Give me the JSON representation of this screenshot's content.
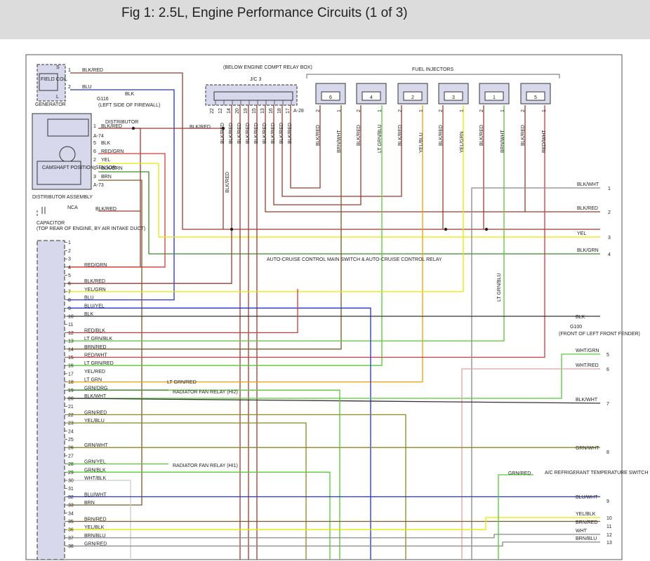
{
  "title": "Fig 1: 2.5L, Engine Performance Circuits (1 of 3)",
  "colors": {
    "BLK": "#333333",
    "BLK/RED": "#9b3b2e",
    "RED": "#d33a3a",
    "BLU": "#2233cc",
    "YEL": "#e8e800",
    "GRN": "#3c8a2a",
    "LTGRN": "#55cc33",
    "BRN": "#7a5a2a",
    "ORG": "#f0a000",
    "WHT": "#cccccc",
    "OLIVE": "#8a8a20",
    "PINK": "#e8a0a0",
    "GRAY": "#888888"
  },
  "labels": {
    "field_coil": "FIELD COIL",
    "s": "S",
    "l": "L",
    "generator": "GENERATOR",
    "g116": "G116",
    "left_firewall": "(LEFT SIDE OF FIREWALL)",
    "distributor": "DISTRIBUTOR",
    "a74": "A-74",
    "a73": "A-73",
    "camshaft_sensor": "CAMSHAFT POSITION SENSOR",
    "distributor_assembly": "DISTRIBUTOR ASSEMBLY",
    "nca": "NCA",
    "capacitor": "CAPACITOR",
    "ecm_location": "(TOP REAR OF ENGINE, BY AIR INTAKE DUCT)",
    "relay_box": "(BELOW ENGINE COMPT RELAY BOX)",
    "jc3": "J/C 3",
    "a28": "A-28",
    "fuel_injectors": "FUEL INJECTORS",
    "auto_cruise": "AUTO-CRUISE CONTROL MAIN SWITCH & AUTO-CRUISE CONTROL RELAY",
    "g100": "G100",
    "front_fender": "(FRONT OF LEFT FRONT FENDER)",
    "radiator_fan_hi2": "RADIATOR FAN RELAY (HI2)",
    "radiator_fan_hi1": "RADIATOR FAN RELAY (HI1)",
    "ac_sensor": "A/C REFRIGERANT TEMPERATURE SWITCH"
  },
  "generator_pins": [
    {
      "num": "1",
      "wire": "BLK/RED"
    },
    {
      "num": "2",
      "wire": "BLU"
    }
  ],
  "g116_wire": "BLK",
  "distributor_pins": [
    {
      "num": "1",
      "wire": "BLK/RED"
    },
    {
      "num": "5",
      "wire": "BLK"
    },
    {
      "num": "6",
      "wire": "RED/GRN"
    },
    {
      "num": "2",
      "wire": "YEL"
    },
    {
      "num": "1",
      "wire": "BLK/GRN"
    },
    {
      "num": "3",
      "wire": "BRN"
    }
  ],
  "nca_wire": "BLK/RED",
  "jc3_top_wire": "BLK/RED",
  "jc3_pins": [
    {
      "num": "22",
      "wire": ""
    },
    {
      "num": "12",
      "wire": "BLK/RED"
    },
    {
      "num": "14",
      "wire": "BLK/RED"
    },
    {
      "num": "20",
      "wire": "BLK/RED"
    },
    {
      "num": "19",
      "wire": "BLK/RED"
    },
    {
      "num": "15",
      "wire": "BLK/RED"
    },
    {
      "num": "13",
      "wire": "BLK/RED"
    },
    {
      "num": "16",
      "wire": "BLK/RED"
    },
    {
      "num": "18",
      "wire": "BLK/RED"
    },
    {
      "num": "17",
      "wire": "BLK/RED"
    }
  ],
  "jc3_splice_wire": "BLK/RED",
  "injectors": [
    {
      "id": "6",
      "pin_left": "2",
      "pin_right": "1",
      "wire_left": "BLK/RED",
      "wire_right": "BRN/WHT"
    },
    {
      "id": "4",
      "pin_left": "2",
      "pin_right": "1",
      "wire_left": "BLK/RED",
      "wire_right": "LT GRN/BLU"
    },
    {
      "id": "2",
      "pin_left": "2",
      "pin_right": "1",
      "wire_left": "BLK/RED",
      "wire_right": "YEL/BLU"
    },
    {
      "id": "3",
      "pin_left": "2",
      "pin_right": "1",
      "wire_left": "BLK/RED",
      "wire_right": "YEL/GRN"
    },
    {
      "id": "1",
      "pin_left": "2",
      "pin_right": "1",
      "wire_left": "BLK/RED",
      "wire_right": "BRN/WHT"
    },
    {
      "id": "5",
      "pin_left": "2",
      "pin_right": "1",
      "wire_left": "BLK/RED",
      "wire_right": "RED/WHT"
    }
  ],
  "injector_lt_grn_blu_vertical": "LT GRN/BLU",
  "right_connectors_upper": [
    {
      "num": "1",
      "wire": "BLK/WHT"
    },
    {
      "num": "2",
      "wire": "BLK/RED"
    },
    {
      "num": "3",
      "wire": "YEL"
    },
    {
      "num": "4",
      "wire": "BLK/GRN"
    }
  ],
  "right_connectors_lower": [
    {
      "num": "5",
      "wire": "WHT/GRN"
    },
    {
      "num": "6",
      "wire": "WHT/RED"
    },
    {
      "num": "7",
      "wire": "BLK/WHT"
    },
    {
      "num": "8",
      "wire": "GRN/WHT"
    },
    {
      "num": "9",
      "wire": "BLU/WHT"
    },
    {
      "num": "10",
      "wire": "YEL/BLK"
    },
    {
      "num": "11",
      "wire": "BRN/RED"
    },
    {
      "num": "12",
      "wire": "WHT"
    },
    {
      "num": "13",
      "wire": "BRN/BLU"
    }
  ],
  "g100_wire": "BLK",
  "ac_wire": "GRN/RED",
  "radiator_fan_hi2_wire": "LT GRN/RED",
  "ecm_pins": [
    {
      "num": "1",
      "wire": ""
    },
    {
      "num": "2",
      "wire": ""
    },
    {
      "num": "3",
      "wire": ""
    },
    {
      "num": "4",
      "wire": "RED/GRN"
    },
    {
      "num": "5",
      "wire": ""
    },
    {
      "num": "6",
      "wire": "BLK/RED"
    },
    {
      "num": "7",
      "wire": "YEL/GRN"
    },
    {
      "num": "8",
      "wire": "BLU"
    },
    {
      "num": "9",
      "wire": "BLU/YEL"
    },
    {
      "num": "10",
      "wire": "BLK"
    },
    {
      "num": "11",
      "wire": ""
    },
    {
      "num": "12",
      "wire": "RED/BLK"
    },
    {
      "num": "13",
      "wire": "LT GRN/BLK"
    },
    {
      "num": "14",
      "wire": "BRN/RED"
    },
    {
      "num": "15",
      "wire": "RED/WHT"
    },
    {
      "num": "16",
      "wire": "LT GRN/RED"
    },
    {
      "num": "17",
      "wire": "YEL/RED"
    },
    {
      "num": "18",
      "wire": "LT GRN"
    },
    {
      "num": "19",
      "wire": "GRN/ORG"
    },
    {
      "num": "20",
      "wire": "BLK/WHT"
    },
    {
      "num": "21",
      "wire": ""
    },
    {
      "num": "22",
      "wire": "GRN/RED"
    },
    {
      "num": "23",
      "wire": "YEL/BLU"
    },
    {
      "num": "24",
      "wire": ""
    },
    {
      "num": "25",
      "wire": ""
    },
    {
      "num": "26",
      "wire": "GRN/WHT"
    },
    {
      "num": "27",
      "wire": ""
    },
    {
      "num": "28",
      "wire": "GRN/YEL"
    },
    {
      "num": "29",
      "wire": "GRN/BLK"
    },
    {
      "num": "30",
      "wire": "WHT/BLK"
    },
    {
      "num": "31",
      "wire": ""
    },
    {
      "num": "32",
      "wire": "BLU/WHT"
    },
    {
      "num": "33",
      "wire": "BRN"
    },
    {
      "num": "34",
      "wire": ""
    },
    {
      "num": "35",
      "wire": "BRN/RED"
    },
    {
      "num": "36",
      "wire": "YEL/BLK"
    },
    {
      "num": "37",
      "wire": "BRN/BLU"
    },
    {
      "num": "38",
      "wire": "GRN/RED"
    }
  ]
}
